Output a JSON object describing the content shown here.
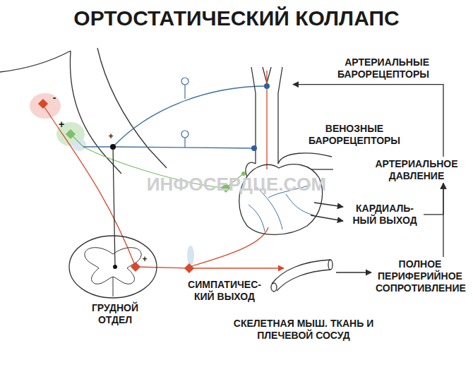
{
  "diagram": {
    "title": "ОРТОСТАТИЧЕСКИЙ КОЛЛАПС",
    "nodes": [
      {
        "text": [
          "АРТЕРИАЛЬНЫЕ БАРОРЕЦЕПТОРЫ"
        ]
      },
      {
        "text": [
          "ВЕНОЗНЫЕ БАРОРЕЦЕПТОРЫ"
        ]
      },
      {
        "text": [
          "АРТЕРИАЛЬНОЕ ДАВЛЕНИЕ"
        ]
      },
      {
        "text": [
          "КАРДИАЛЬ- НЫЙ ВЫХОД"
        ]
      },
      {
        "text": [
          "ПОЛНОЕ ПЕРИФЕРИЙНОЕ СОПРОТИВЛЕНИЕ"
        ]
      },
      {
        "text": [
          "СИМПАТИЧЕС- КИЙ ВЫХОД"
        ]
      }
    ],
    "edges": [
      {
        "from": 3,
        "to": 2,
        "arrow": "to"
      },
      {
        "from": 4,
        "to": 2,
        "arrow": "to"
      },
      {
        "from": 2,
        "to": 0,
        "arrow": "to"
      }
    ],
    "labels": [
      "ГРУДНОЙ ОТДЕЛ",
      "СКЕЛЕТНАЯ МЫШ. ТКАНЬ И ПЛЕЧЕВОЙ СОСУД",
      "ИНФОСЕРДЦЕ.COM",
      "-",
      "+",
      "+",
      "+"
    ]
  }
}
